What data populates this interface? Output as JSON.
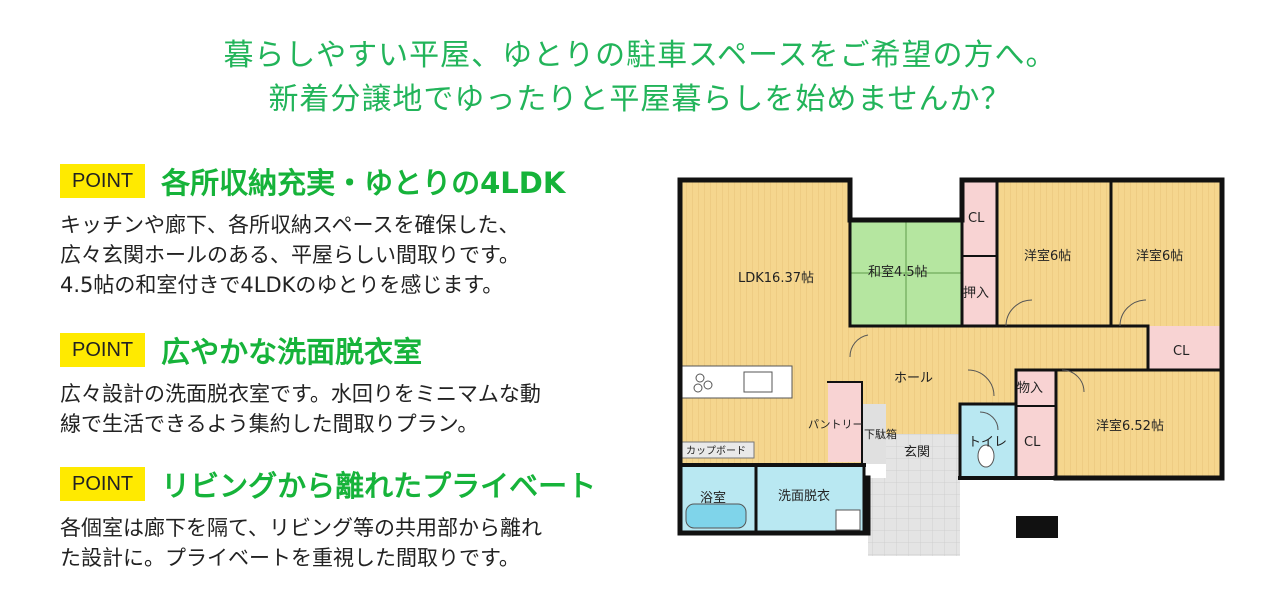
{
  "headline": {
    "line1": "暮らしやすい平屋、ゆとりの駐車スペースをご希望の方へ。",
    "line2": "新着分譲地でゆったりと平屋暮らしを始めませんか？"
  },
  "points": [
    {
      "badge": "POINT",
      "title": "各所収納充実・ゆとりの4LDK",
      "lines": [
        "キッチンや廊下、各所収納スペースを確保した、",
        "広々玄関ホールのある、平屋らしい間取りです。",
        "4.5帖の和室付きで4LDKのゆとりを感じます。"
      ]
    },
    {
      "badge": "POINT",
      "title": "広やかな洗面脱衣室",
      "lines": [
        "広々設計の洗面脱衣室です。水回りをミニマムな動",
        "線で生活できるよう集約した間取りプラン。"
      ]
    },
    {
      "badge": "POINT",
      "title": "リビングから離れたプライベート",
      "lines": [
        "各個室は廊下を隔て、リビング等の共用部から離れ",
        "た設計に。プライベートを重視した間取りです。"
      ]
    }
  ],
  "floorplan": {
    "rooms": {
      "ldk": "LDK16.37帖",
      "washitsu": "和室4.5帖",
      "oshiire": "押入",
      "cl_top": "CL",
      "yoshitsu1": "洋室6帖",
      "yoshitsu2": "洋室6帖",
      "cl_right": "CL",
      "hall": "ホール",
      "monoire": "物入",
      "yoshitsu3": "洋室6.52帖",
      "cl_bottom": "CL",
      "toilet": "トイレ",
      "genkan": "玄関",
      "getabako": "下駄箱",
      "pantry": "パントリー",
      "cupboard": "カップボード",
      "yokushitsu": "浴室",
      "senmen": "洗面脱衣"
    }
  },
  "colors": {
    "headline": "#22b45a",
    "title": "#16b33a",
    "badge": "#ffea00",
    "wood": "#f5d68e",
    "tatami": "#b5e6a0",
    "closet": "#f8d3d3",
    "wet": "#b9e8f2"
  }
}
